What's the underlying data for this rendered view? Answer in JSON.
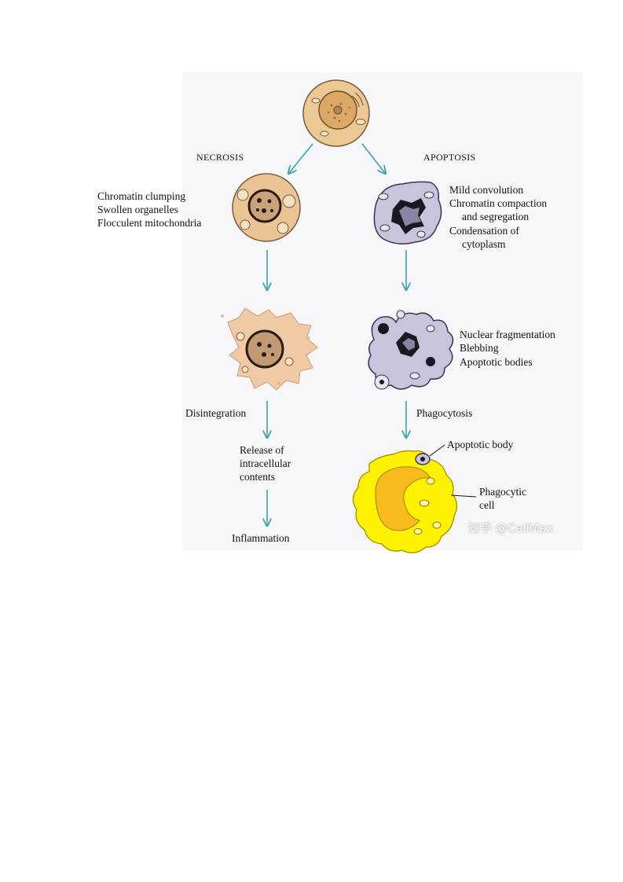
{
  "diagram": {
    "branches": {
      "necrosis": {
        "title": "NECROSIS",
        "stage1_features": [
          "Chromatin clumping",
          "Swollen organelles",
          "Flocculent mitochondria"
        ],
        "step2": "Disintegration",
        "step3": [
          "Release of",
          "intracellular",
          "contents"
        ],
        "step4": "Inflammation"
      },
      "apoptosis": {
        "title": "APOPTOSIS",
        "stage1_features": [
          "Mild convolution",
          "Chromatin compaction",
          "and segregation",
          "Condensation of",
          "cytoplasm"
        ],
        "stage2_features": [
          "Nuclear fragmentation",
          "Blebbing",
          "Apoptotic bodies"
        ],
        "step3": "Phagocytosis",
        "callout_body": "Apoptotic body",
        "callout_cell": [
          "Phagocytic",
          "cell"
        ]
      }
    },
    "colors": {
      "healthy_cell": "#ecc894",
      "necrotic_cell": "#ebc496",
      "apoptotic_cell": "#c9c3dc",
      "phagocyte": "#fff200",
      "phagocyte_nucleus": "#f7bb1c",
      "arrow": "#3aa6a6",
      "panel_background": "#f7f6f9"
    },
    "watermark": "知乎 @CellMax"
  }
}
